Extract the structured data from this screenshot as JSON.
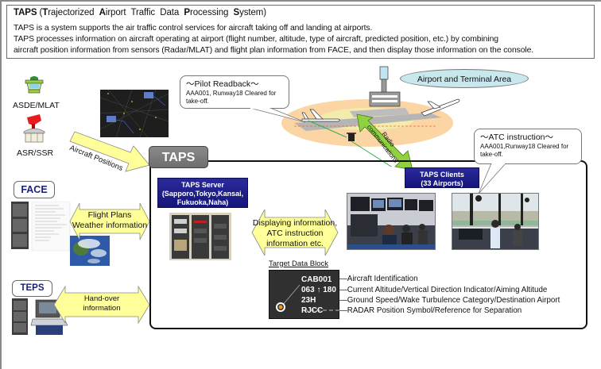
{
  "header": {
    "title_bold": "TAPS",
    "title_parts": [
      {
        "initial": "T",
        "rest": "rajectorized"
      },
      {
        "initial": "A",
        "rest": "irport"
      },
      {
        "initial": "",
        "rest": "Traffic"
      },
      {
        "initial": "",
        "rest": "Data"
      },
      {
        "initial": "P",
        "rest": "rocessing"
      },
      {
        "initial": "S",
        "rest": "ystem)"
      }
    ],
    "title_open": "(",
    "lines": [
      "TAPS is a system supports the air traffic control services for aircraft taking off and landing at airports.",
      "TAPS processes information on aircraft operating at airport (flight number, altitude, type of aircraft, predicted position, etc.) by combining",
      "aircraft position information from sensors (Radar/MLAT) and flight plan information from FACE, and then display those information on the console."
    ]
  },
  "sensors": {
    "asde_label": "ASDE/MLAT",
    "asr_label": "ASR/SSR"
  },
  "arrows": {
    "aircraft_positions": "Aircraft Positions",
    "flight_plans_line1": "Flight Plans",
    "flight_plans_line2": "Weather information",
    "handover_line1": "Hand-over",
    "handover_line2": "information",
    "display_line1": "Displaying information,",
    "display_line2": "ATC instruction",
    "display_line3": "information etc.",
    "radio_line1": "Radio",
    "radio_line2": "communications"
  },
  "systems": {
    "face": "FACE",
    "teps": "TEPS",
    "taps_tab": "TAPS"
  },
  "server": {
    "line1": "TAPS Server",
    "line2": "(Sapporo,Tokyo,Kansai,",
    "line3": "Fukuoka,Naha)"
  },
  "clients": {
    "line1": "TAPS Clients",
    "line2": "(33 Airports)"
  },
  "airport": {
    "label": "Airport and Terminal Area"
  },
  "pilot_bubble": {
    "title": "〜Pilot Readback〜",
    "line1": "AAA001, Runway18 Cleared for",
    "line2": "take-off."
  },
  "atc_bubble": {
    "title": "〜ATC instruction〜",
    "line1": "AAA001,Runway18 Cleared for",
    "line2": "take-off."
  },
  "target_data_block": {
    "title": "Target Data Block",
    "rows": [
      "CAB001",
      "063 ↑ 180",
      "23H RJCC"
    ],
    "descriptions": [
      "Aircraft Identification",
      "Current Altitude/Vertical Direction Indicator/Aiming Altitude",
      "Ground Speed/Wake Turbulence Category/Destination Airport",
      "RADAR Position Symbol/Reference for Separation"
    ]
  },
  "colors": {
    "navy": "#1a1a8a",
    "arrow_yellow": "#ffff99",
    "arrow_green": "#8fd13f",
    "airport_orange": "#fbd6a4",
    "airport_label_bg": "#c8e8ee",
    "tab_gray": "#7f7f7f"
  }
}
